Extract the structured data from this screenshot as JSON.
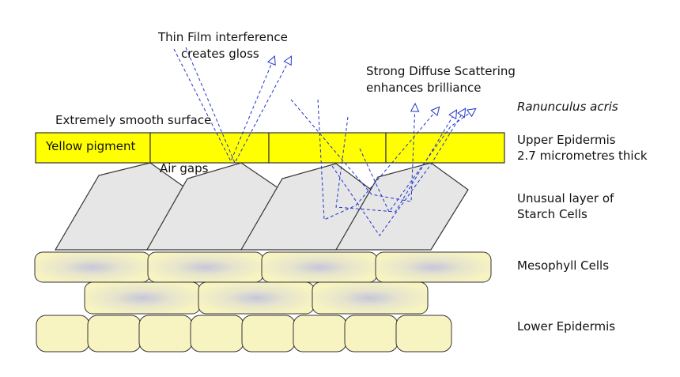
{
  "annotations": {
    "thin_film_line1": "Thin Film interference",
    "thin_film_line2": "creates gloss",
    "diffuse_line1": "Strong Diffuse Scattering",
    "diffuse_line2": "enhances brilliance",
    "smooth_surface": "Extremely smooth surface",
    "yellow_pigment": "Yellow pigment",
    "air_gaps": "Air gaps"
  },
  "layer_labels": {
    "species": "Ranunculus acris",
    "upper_epidermis_line1": "Upper Epidermis",
    "upper_epidermis_line2": "2.7 micrometres thick",
    "starch_line1": "Unusual layer of",
    "starch_line2": "Starch Cells",
    "mesophyll": "Mesophyll Cells",
    "lower_epidermis": "Lower Epidermis"
  },
  "colors": {
    "epidermis_fill": "#ffff00",
    "starch_fill": "#e6e6e6",
    "cell_fill": "#f8f4c2",
    "nucleus": "#c9c9dc",
    "ray": "#2233cc",
    "outline": "#222222"
  }
}
